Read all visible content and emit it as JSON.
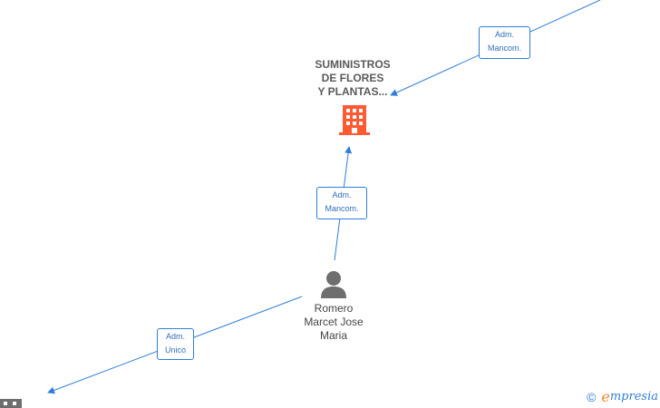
{
  "company": {
    "name_lines": [
      "SUMINISTROS",
      "DE FLORES",
      "Y PLANTAS..."
    ],
    "icon": "building-icon",
    "color": "#ff5a32"
  },
  "person": {
    "name_lines": [
      "Romero",
      "Marcet Jose",
      "Maria"
    ],
    "icon": "person-icon",
    "color": "#6e6e6e"
  },
  "edges": [
    {
      "role_lines": [
        "Adm.",
        "Mancom."
      ]
    },
    {
      "role_lines": [
        "Adm.",
        "Mancom."
      ]
    },
    {
      "role_lines": [
        "Adm.",
        "Unico"
      ]
    }
  ],
  "colors": {
    "edge": "#2f7ed8",
    "label_text": "#2f6fb8"
  },
  "partial_node": {
    "icon": "building-icon"
  },
  "watermark": {
    "symbol": "©",
    "brand_initial": "e",
    "brand_rest": "mpresia"
  }
}
